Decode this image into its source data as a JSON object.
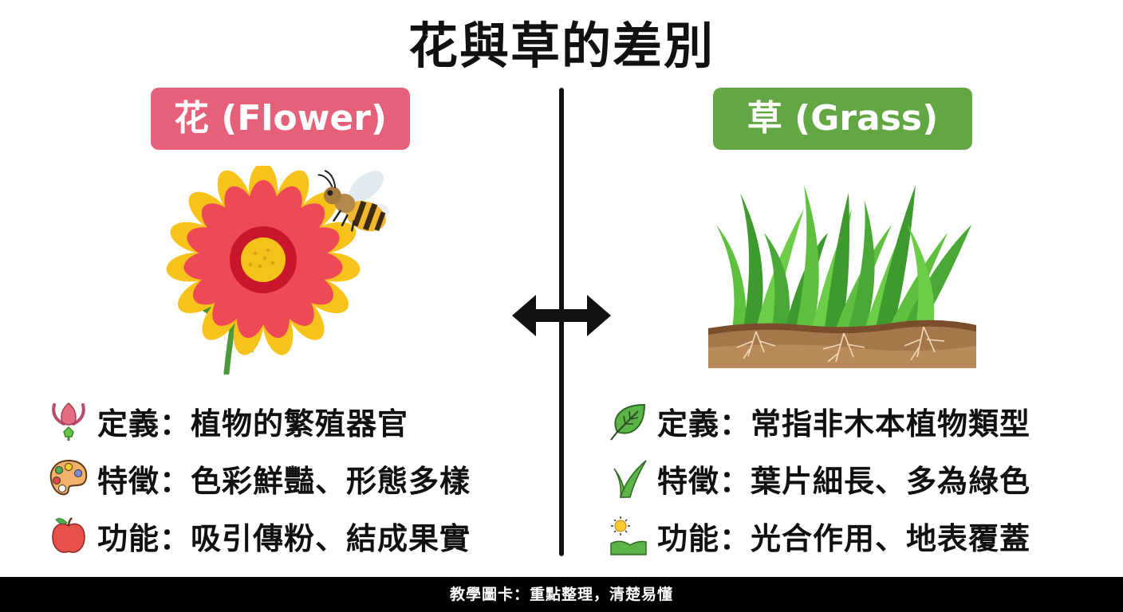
{
  "title": "花與草的差別",
  "colors": {
    "flower_badge": "#e6607a",
    "grass_badge": "#63a744",
    "text": "#111111",
    "footer_bg": "#000000"
  },
  "center": {
    "arrow_icon": "double-headed-arrow",
    "divider": "vertical-line"
  },
  "flower": {
    "badge": "花 (Flower)",
    "illustration": "red-yellow-flower-with-bee",
    "items": [
      {
        "icon": "flower-pistil-icon",
        "label": "定義：植物的繁殖器官"
      },
      {
        "icon": "paint-palette-icon",
        "label": "特徵：色彩鮮豔、形態多樣"
      },
      {
        "icon": "apple-icon",
        "label": "功能：吸引傳粉、結成果實"
      }
    ]
  },
  "grass": {
    "badge": "草 (Grass)",
    "illustration": "grass-clump-with-roots",
    "items": [
      {
        "icon": "leaf-icon",
        "label": "定義：常指非木本植物類型"
      },
      {
        "icon": "grass-blade-icon",
        "label": "特徵：葉片細長、多為綠色"
      },
      {
        "icon": "sun-hill-icon",
        "label": "功能：光合作用、地表覆蓋"
      }
    ]
  },
  "footer": "教學圖卡：重點整理，清楚易懂"
}
